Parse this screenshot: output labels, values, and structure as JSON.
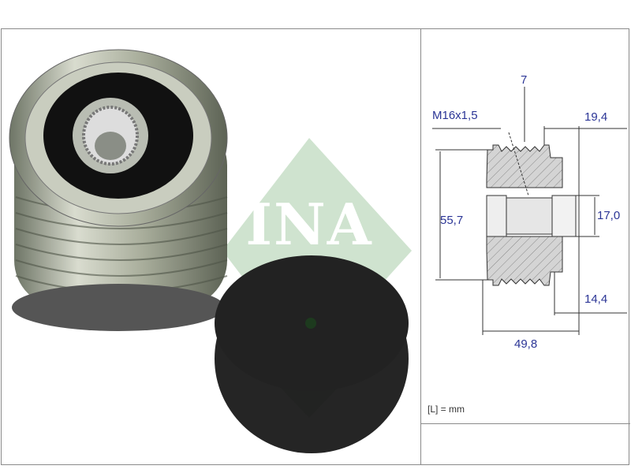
{
  "brand": {
    "logo_text": "INA",
    "logo_color": "#1a7a3a"
  },
  "drawing": {
    "dimensions": {
      "thread": "M16x1,5",
      "ribs": "7",
      "offset_top": "19,4",
      "outer_diameter": "55,7",
      "bore": "17,0",
      "offset_bottom": "14,4",
      "overall_length": "49,8"
    },
    "unit_note": "[L] = mm",
    "dimension_color": "#2b3596"
  }
}
